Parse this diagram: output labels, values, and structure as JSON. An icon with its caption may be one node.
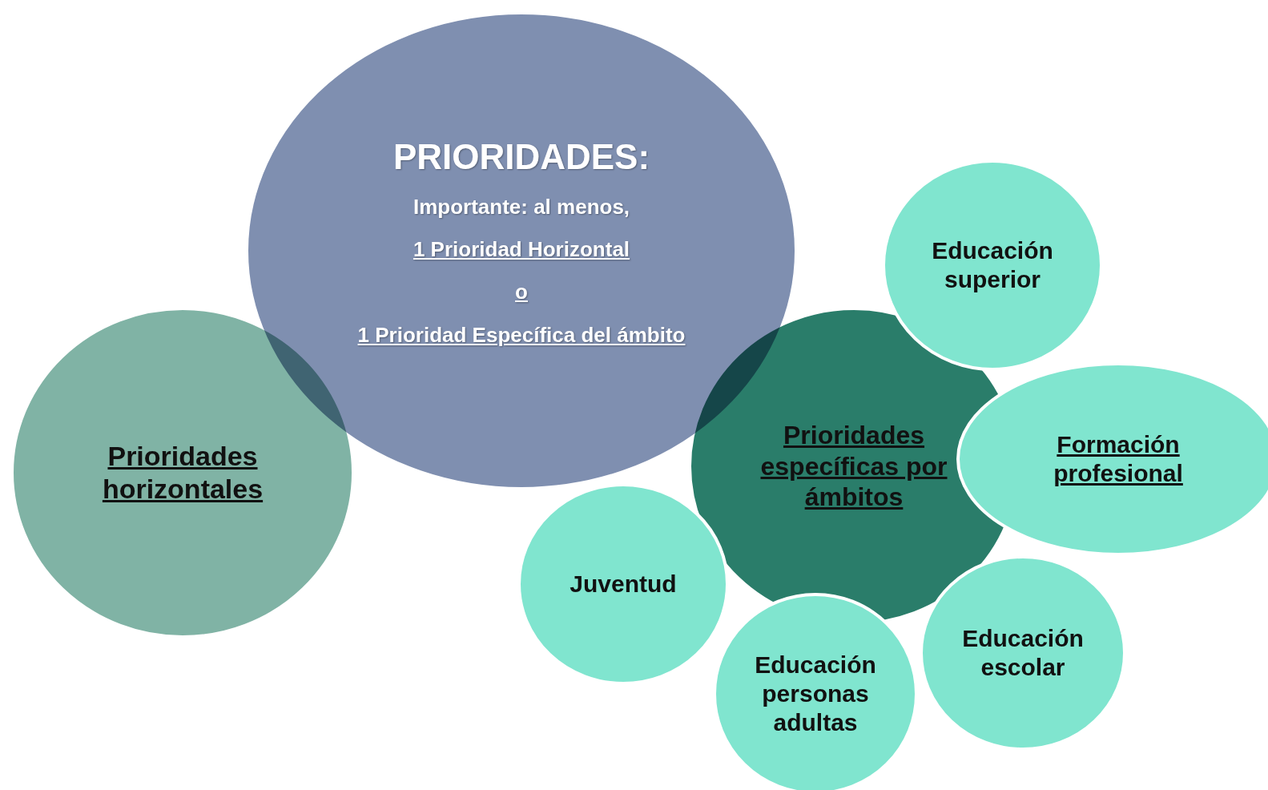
{
  "diagram": {
    "nodes": [
      {
        "text": [
          "PRIORIDADES:",
          "Importante: al menos,",
          "1 Prioridad Horizontal",
          "o",
          "1 Prioridad Específica del ámbito"
        ]
      },
      {
        "text": [
          "Prioridades horizontales"
        ]
      },
      {
        "text": [
          "Prioridades específicas por ámbitos"
        ]
      },
      {
        "text": [
          "Educación superior"
        ]
      },
      {
        "text": [
          "Formación profesional"
        ]
      },
      {
        "text": [
          "Juventud"
        ]
      },
      {
        "text": [
          "Educación personas adultas"
        ]
      },
      {
        "text": [
          "Educación escolar"
        ]
      }
    ]
  }
}
